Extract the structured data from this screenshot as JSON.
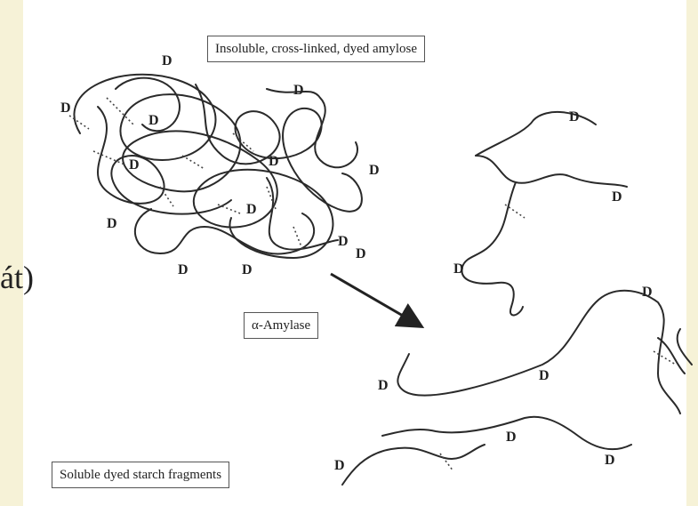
{
  "labels": {
    "side_text": "át)",
    "top_box": "Insoluble, cross-linked, dyed amylose",
    "enzyme_box": "α-Amylase",
    "bottom_box": "Soluble dyed starch fragments"
  },
  "dye_symbol": "D",
  "colors": {
    "background": "#f6f2d7",
    "panel": "#ffffff",
    "ink": "#222222"
  }
}
